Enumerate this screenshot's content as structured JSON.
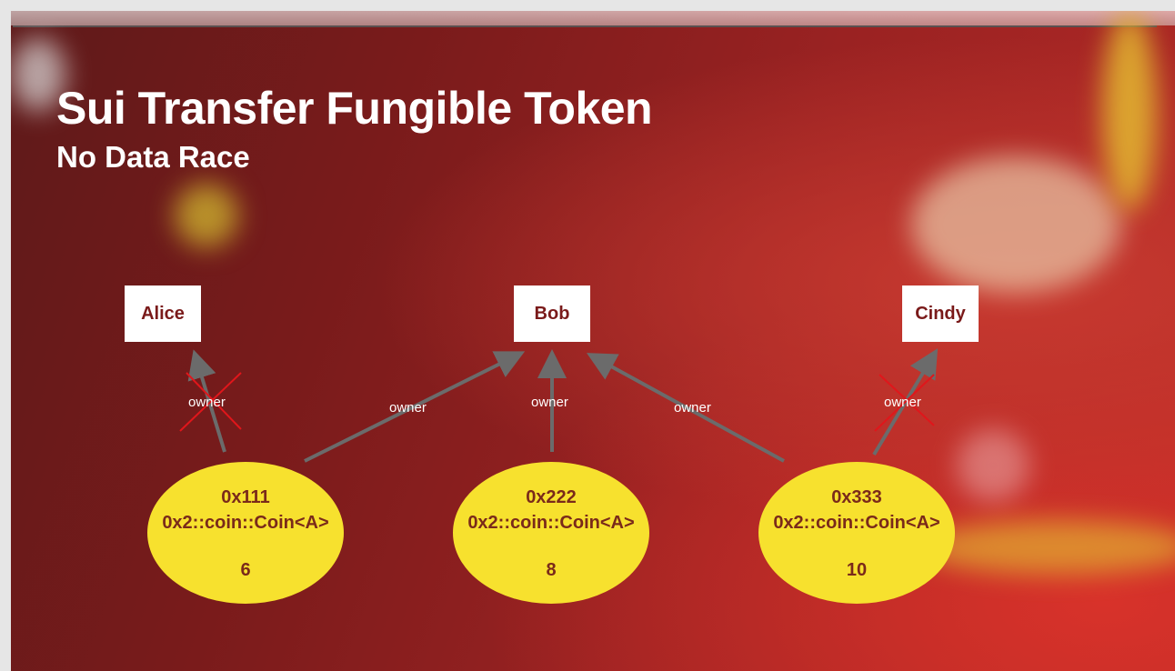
{
  "title": "Sui Transfer Fungible Token",
  "subtitle": "No Data Race",
  "owners": [
    "Alice",
    "Bob",
    "Cindy"
  ],
  "coins": [
    {
      "id": "0x111",
      "type": "0x2::coin::Coin<A>",
      "value": "6"
    },
    {
      "id": "0x222",
      "type": "0x2::coin::Coin<A>",
      "value": "8"
    },
    {
      "id": "0x333",
      "type": "0x2::coin::Coin<A>",
      "value": "10"
    }
  ],
  "edge_label": "owner",
  "colors": {
    "coin": "#f7e12e",
    "arrow": "#6b6b6b",
    "cross": "#e0161b",
    "text_dark": "#7a1a1a"
  }
}
